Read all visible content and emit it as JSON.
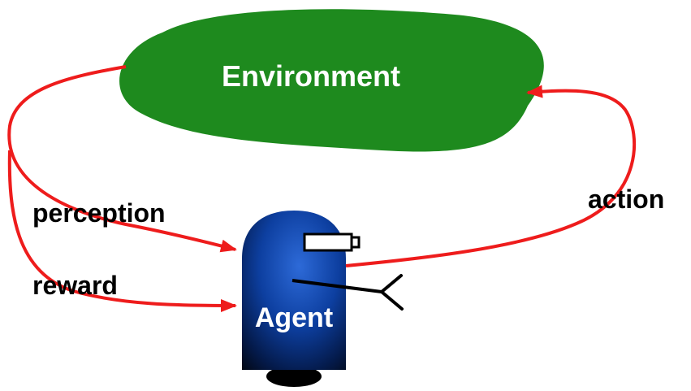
{
  "environment": {
    "label": "Environment",
    "fill_color": "#1e8a1e"
  },
  "agent": {
    "label": "Agent",
    "body_color": "#0d3fa0",
    "body_dark_color": "#020814"
  },
  "arrows": {
    "color": "#ee1c1c",
    "perception_label": "perception",
    "reward_label": "reward",
    "action_label": "action"
  }
}
